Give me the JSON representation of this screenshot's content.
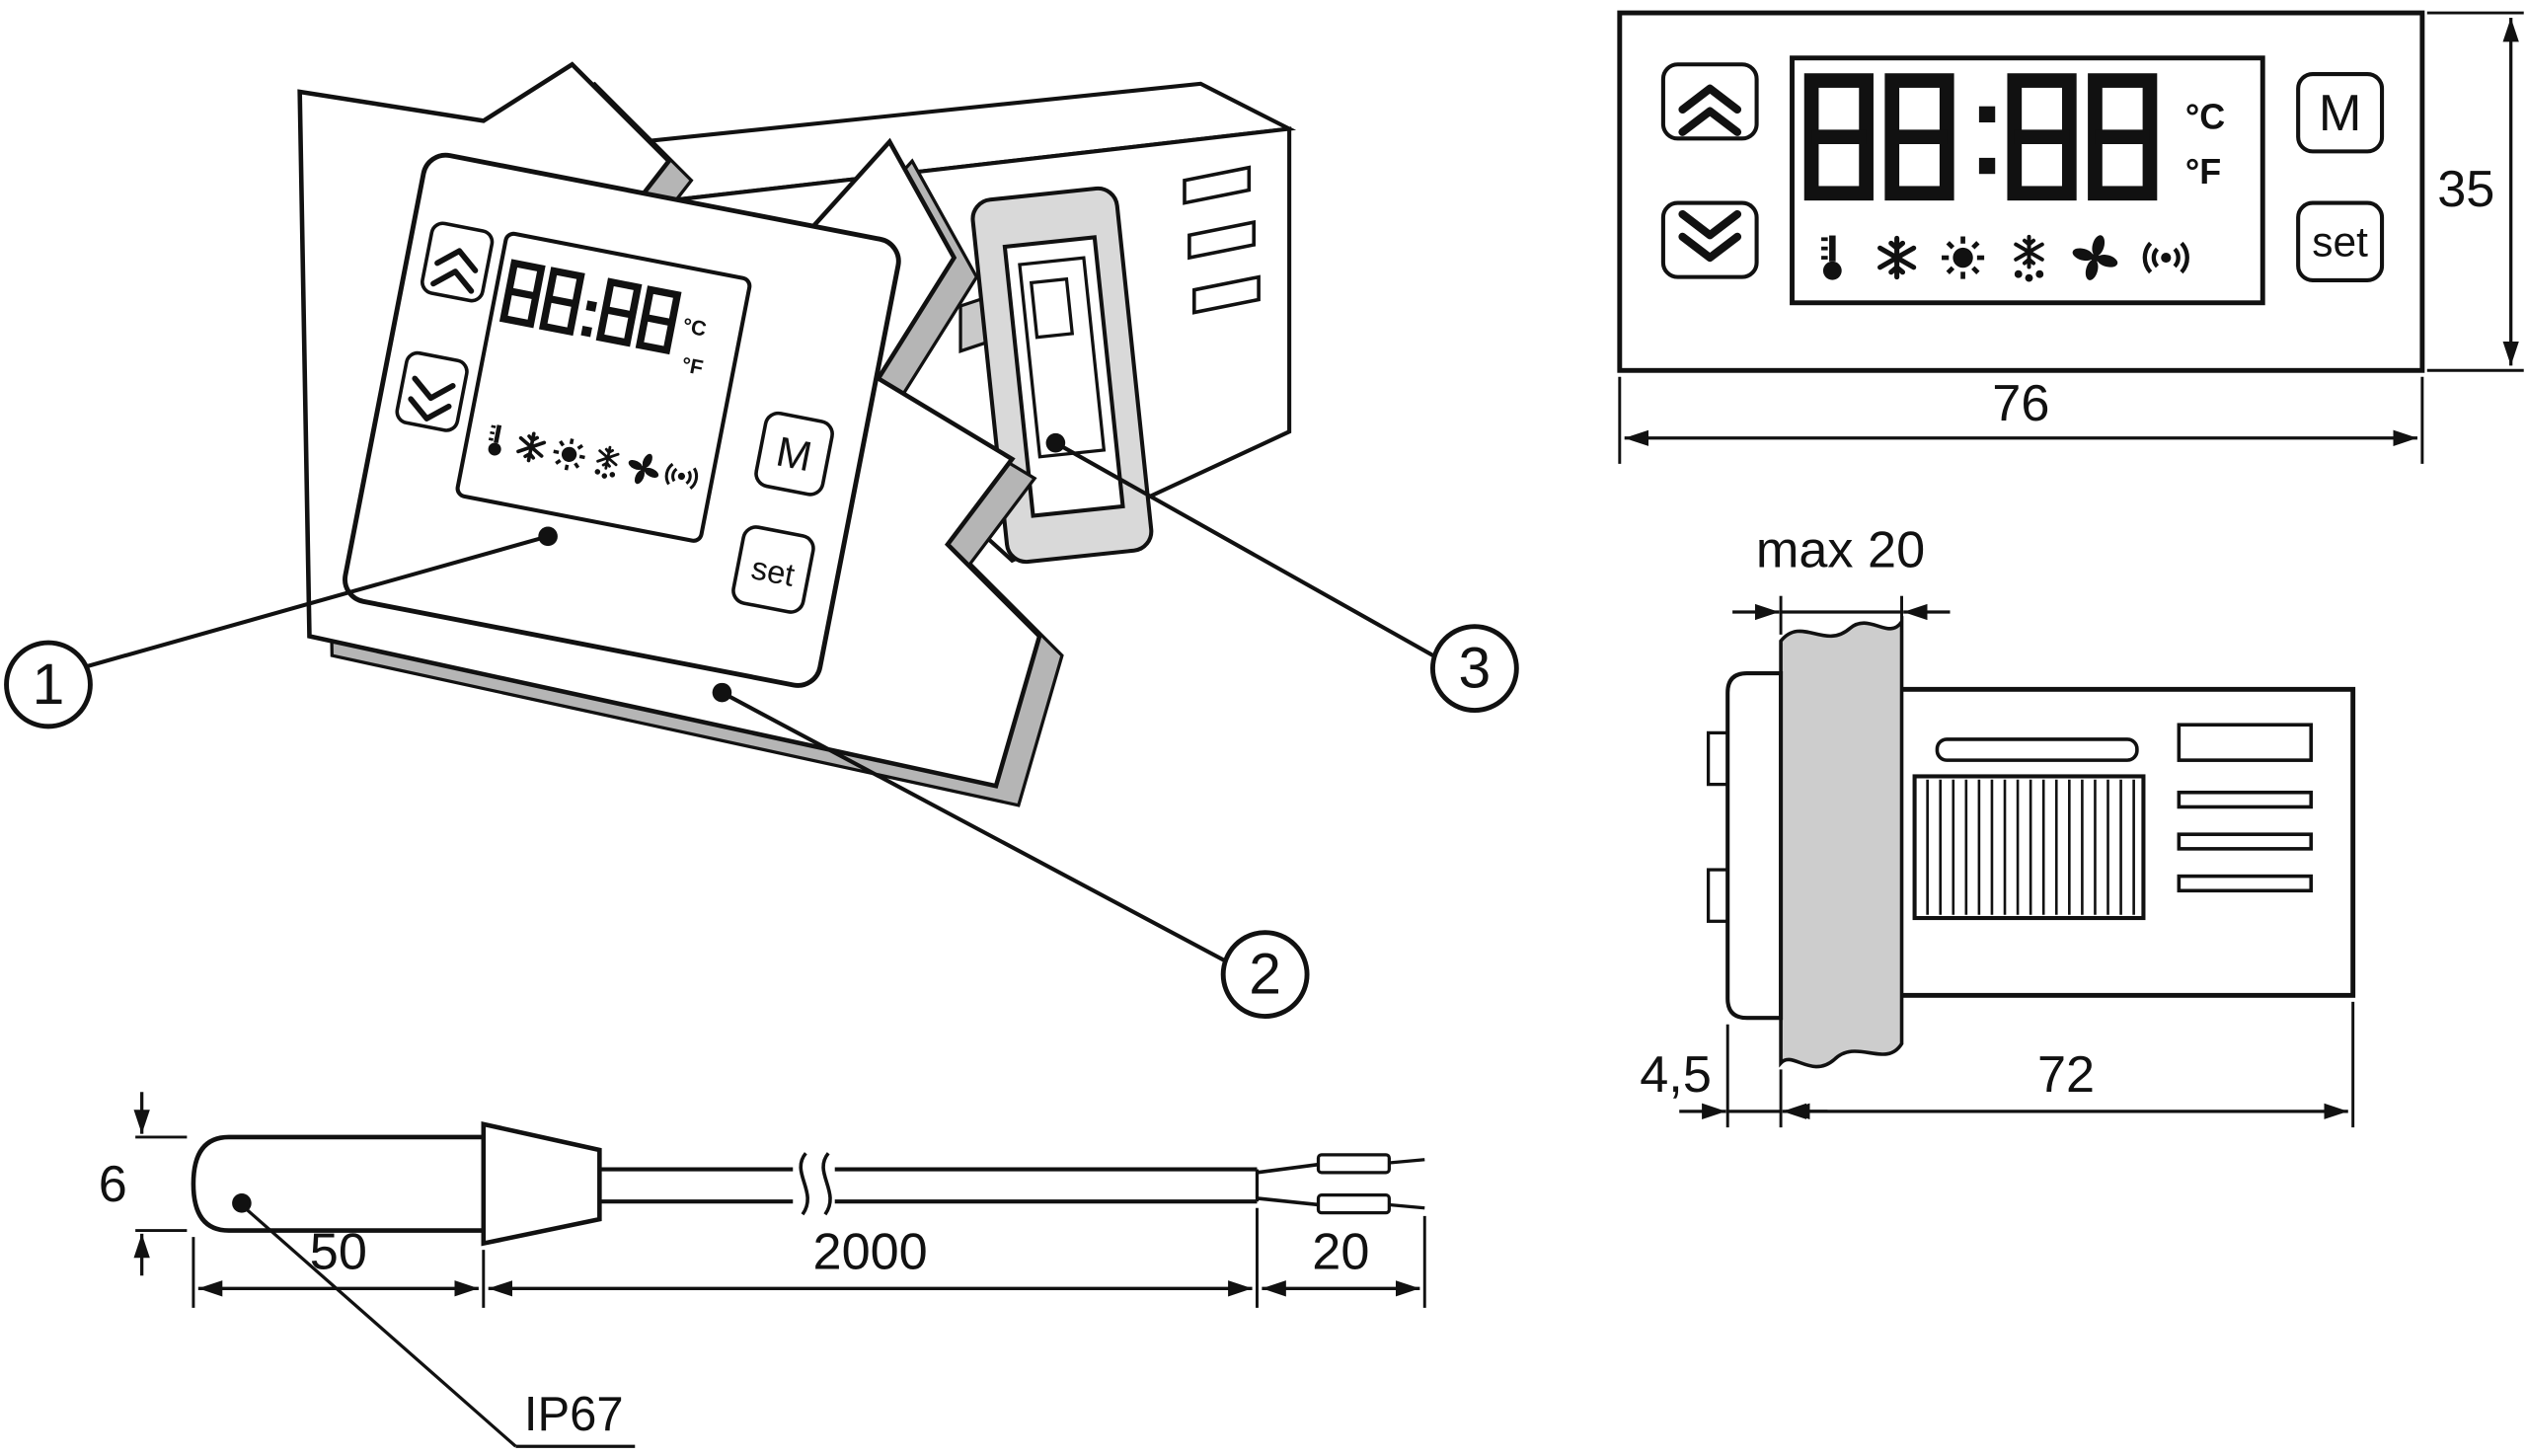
{
  "perspective_view": {
    "callout_1": "1",
    "callout_2": "2",
    "callout_3": "3",
    "display_value": "88:88",
    "unit_celsius": "°C",
    "unit_fahrenheit": "°F",
    "button_m": "M",
    "button_set": "set",
    "icons": [
      "thermometer",
      "snowflake",
      "sun",
      "defrost",
      "fan",
      "signal"
    ]
  },
  "front_view": {
    "display_value": "88:88",
    "unit_celsius": "°C",
    "unit_fahrenheit": "°F",
    "button_m": "M",
    "button_set": "set",
    "dim_width": "76",
    "dim_height": "35",
    "icons": [
      "thermometer",
      "snowflake",
      "sun",
      "defrost",
      "fan",
      "signal"
    ]
  },
  "side_view": {
    "dim_panel_max_thickness": "max 20",
    "dim_bezel_depth": "4,5",
    "dim_body_depth": "72"
  },
  "probe_view": {
    "dim_diameter": "6",
    "dim_probe_length": "50",
    "dim_cable_length": "2000",
    "dim_lead_length": "20",
    "protection_rating": "IP67"
  }
}
